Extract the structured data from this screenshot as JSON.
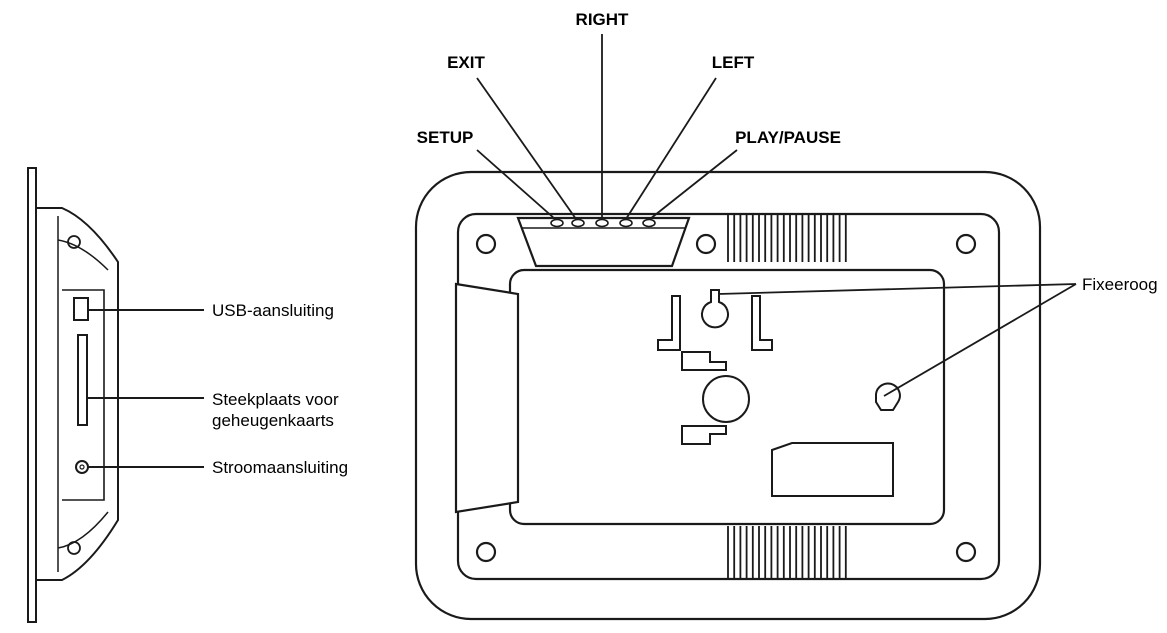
{
  "button_labels": {
    "right": "RIGHT",
    "exit": "EXIT",
    "left": "LEFT",
    "setup": "SETUP",
    "play_pause": "PLAY/PAUSE"
  },
  "side_labels": {
    "usb": "USB-aansluiting",
    "card_slot_line1": "Steekplaats voor",
    "card_slot_line2": "geheugenkaarts",
    "power": "Stroomaansluiting"
  },
  "back_labels": {
    "hook": "Fixeeroog"
  },
  "colors": {
    "line": "#1a1a1a",
    "background": "#ffffff"
  }
}
